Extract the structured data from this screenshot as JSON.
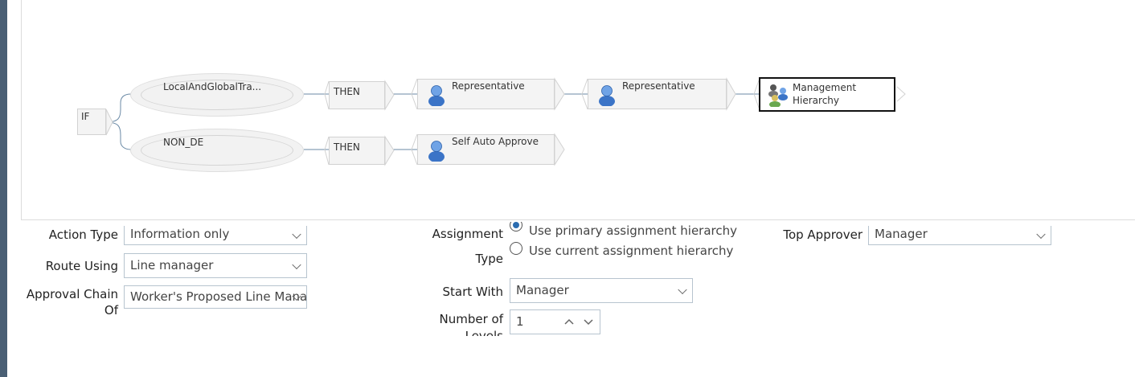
{
  "diagram": {
    "if_label": "IF",
    "conditions": [
      {
        "label": "LocalAndGlobalTra...",
        "then_label": "THEN"
      },
      {
        "label": "NON_DE",
        "then_label": "THEN"
      }
    ],
    "steps_row1": [
      {
        "label": "Representative",
        "icon": "person-icon"
      },
      {
        "label": "Representative",
        "icon": "person-icon"
      },
      {
        "label": "Management\nHierarchy",
        "icon": "management-hierarchy-icon"
      }
    ],
    "steps_row2": [
      {
        "label": "Self Auto Approve",
        "icon": "person-icon"
      }
    ]
  },
  "form": {
    "action_type": {
      "label": "Action Type",
      "value": "Information only"
    },
    "route_using": {
      "label": "Route Using",
      "value": "Line manager"
    },
    "approval_chain_of": {
      "label_line1": "Approval Chain",
      "label_line2": "Of",
      "value": "Worker's Proposed Line Manager"
    },
    "assignment_type": {
      "label_line1": "Assignment",
      "label_line2": "Type",
      "options": [
        {
          "label": "Use primary assignment hierarchy",
          "selected": true
        },
        {
          "label": "Use current assignment hierarchy",
          "selected": false
        }
      ]
    },
    "start_with": {
      "label": "Start With",
      "value": "Manager"
    },
    "number_of_levels": {
      "label_line1": "Number of",
      "label_line2": "Levels",
      "value": "1"
    },
    "top_approver": {
      "label": "Top Approver",
      "value": "Manager"
    }
  },
  "colors": {
    "accent": "#2b6cb0",
    "sidebar": "#4a5f74"
  }
}
